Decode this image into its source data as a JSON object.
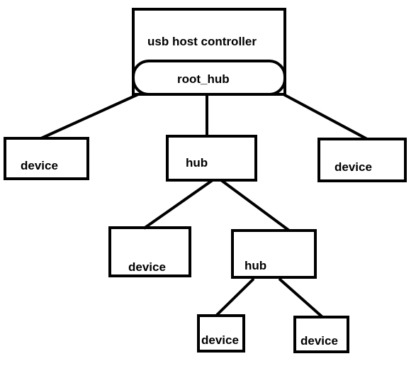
{
  "diagram": {
    "host_controller": {
      "label": "usb host controller"
    },
    "root_hub": {
      "label": "root_hub"
    },
    "device_left": {
      "label": "device"
    },
    "hub_level1": {
      "label": "hub"
    },
    "device_right": {
      "label": "device"
    },
    "device_mid_left": {
      "label": "device"
    },
    "hub_level2": {
      "label": "hub"
    },
    "device_bottom_left": {
      "label": "device"
    },
    "device_bottom_right": {
      "label": "device"
    },
    "colors": {
      "stroke": "#000000",
      "background": "#ffffff"
    }
  }
}
